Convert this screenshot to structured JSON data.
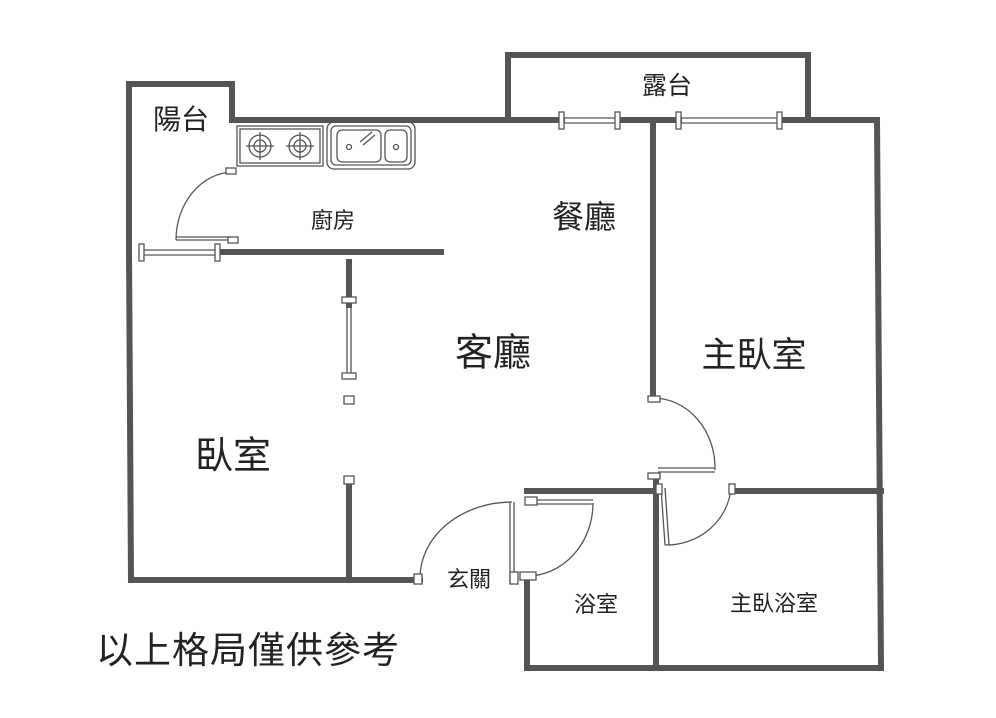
{
  "rooms": {
    "balcony": "陽台",
    "terrace": "露台",
    "kitchen": "廚房",
    "dining": "餐廳",
    "living": "客廳",
    "master_bedroom": "主臥室",
    "bedroom": "臥室",
    "entrance": "玄關",
    "bathroom": "浴室",
    "master_bathroom": "主臥浴室"
  },
  "note": "以上格局僅供參考",
  "colors": {
    "wall": "#555555",
    "text": "#222222",
    "background": "#ffffff"
  }
}
